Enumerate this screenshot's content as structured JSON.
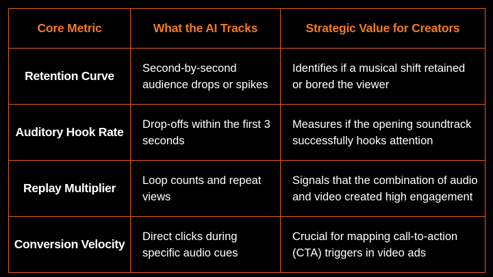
{
  "table": {
    "headers": [
      "Core Metric",
      "What the AI Tracks",
      "Strategic Value for Creators"
    ],
    "rows": [
      {
        "metric": "Retention Curve",
        "tracks": "Second-by-second audience drops or spikes",
        "value": "Identifies if a musical shift retained or bored the viewer"
      },
      {
        "metric": "Auditory Hook Rate",
        "tracks": "Drop-offs within the first 3 seconds",
        "value": "Measures if the opening soundtrack successfully hooks attention"
      },
      {
        "metric": "Replay Multiplier",
        "tracks": "Loop counts and repeat views",
        "value": "Signals that the combination of audio and video created high engagement"
      },
      {
        "metric": "Conversion Velocity",
        "tracks": "Direct clicks during specific audio cues",
        "value": "Crucial for mapping call-to-action (CTA) triggers in video ads"
      }
    ]
  },
  "colors": {
    "background": "#000000",
    "accent": "#f07a25",
    "border": "#e8601c",
    "text": "#ffffff"
  }
}
